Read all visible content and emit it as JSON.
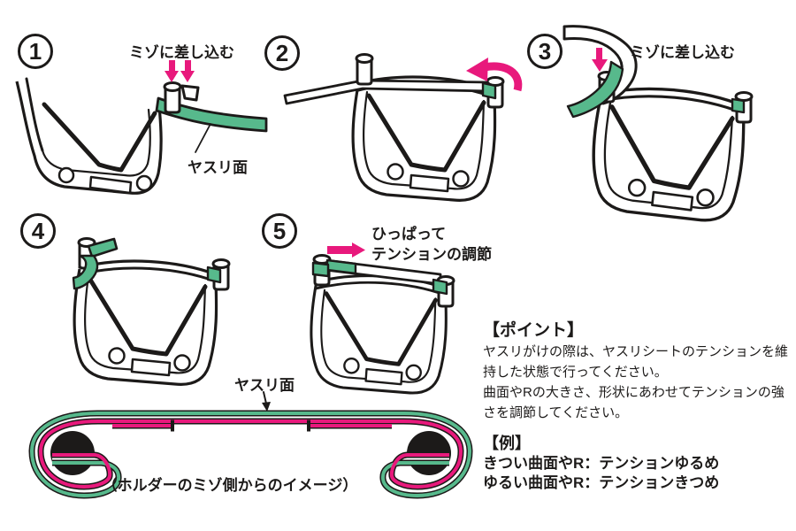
{
  "colors": {
    "green": "#57B98C",
    "pink": "#E8197C",
    "ink": "#1C1A19"
  },
  "steps": {
    "s1": {
      "number": "1",
      "insert_label": "ミゾに差し込む",
      "surface_label": "ヤスリ面"
    },
    "s2": {
      "number": "2"
    },
    "s3": {
      "number": "3",
      "insert_label": "ミゾに差し込む"
    },
    "s4": {
      "number": "4"
    },
    "s5": {
      "number": "5",
      "pull_line1": "ひっぱって",
      "pull_line2": "テンションの調節"
    }
  },
  "cross_section": {
    "surface_label": "ヤスリ面",
    "caption": "（ホルダーのミゾ側からのイメージ）"
  },
  "point": {
    "title": "【ポイント】",
    "lines": [
      "ヤスリがけの際は、ヤスリシートのテンションを維",
      "持した状態で行ってください。",
      "曲面やRの大きさ、形状にあわせてテンションの強",
      "さを調節してください。"
    ]
  },
  "example": {
    "title": "【例】",
    "lines": [
      "きつい曲面やR：テンションゆるめ",
      "ゆるい曲面やR：テンションきつめ"
    ]
  }
}
